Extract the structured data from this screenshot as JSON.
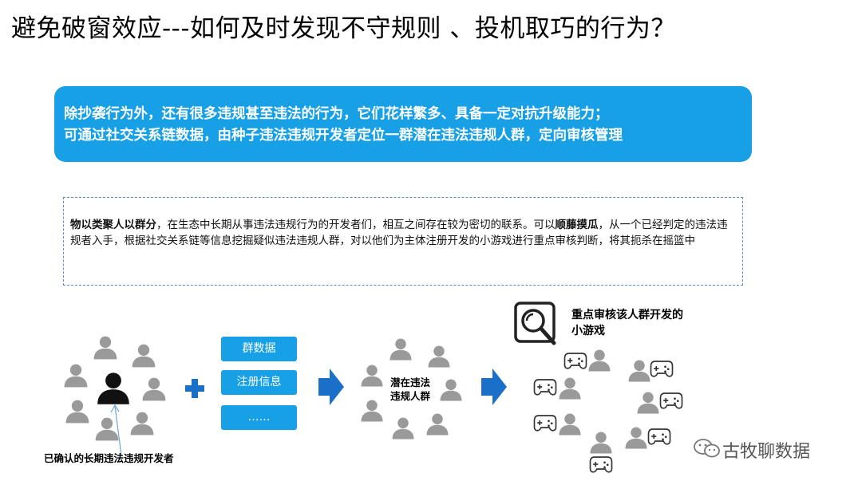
{
  "title": "避免破窗效应---如何及时发现不守规则 、投机取巧的行为？",
  "banner": {
    "line1": "除抄袭行为外，还有很多违规甚至违法的行为，它们花样繁多、具备一定对抗升级能力；",
    "line2": "可通过社交关系链数据，由种子违法违规开发者定位一群潜在违法违规人群，定向审核管理"
  },
  "description": {
    "bold1": "物以类聚人以群分",
    "text1": "，在生态中长期从事违法违规行为的开发者们，相互之间存在较为密切的联系。可以",
    "bold2": "顺藤摸瓜",
    "text2": "，从一个已经判定的违法违规者入手，根据社交关系链等信息挖掘疑似违法违规人群，对以他们为主体注册开发的小游戏进行重点审核判断，将其扼杀在摇篮中"
  },
  "inputs": [
    "群数据",
    "注册信息",
    "……"
  ],
  "seed_label": "已确认的长期违法违规开发者",
  "group_label_line1": "潜在违法",
  "group_label_line2": "违规人群",
  "review_label_line1": "重点审核该人群开发的",
  "review_label_line2": "小游戏",
  "watermark": "古牧聊数据",
  "colors": {
    "accent": "#17a0e6",
    "person_gray": "#9a9a9a",
    "dark": "#111111"
  },
  "icons": [
    "person-icon",
    "plus-icon",
    "arrow-right-icon",
    "search-icon",
    "gamepad-icon",
    "wechat-icon"
  ]
}
